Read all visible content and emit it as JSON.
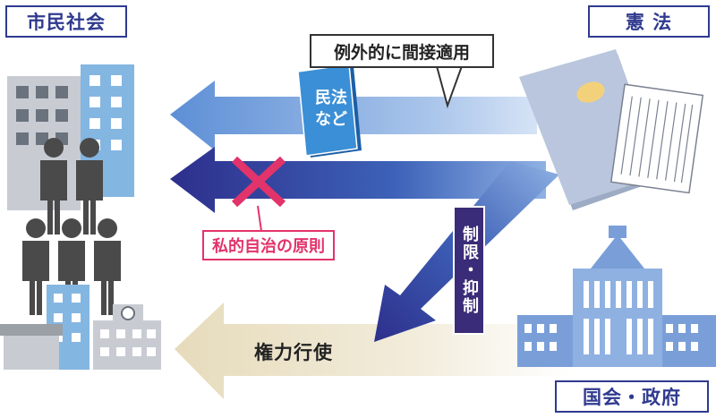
{
  "labels": {
    "civil_society": "市民社会",
    "constitution": "憲 法",
    "diet_government": "国会・政府"
  },
  "callouts": {
    "indirect_application": "例外的に間接適用",
    "private_autonomy": "私的自治の原則"
  },
  "book": {
    "line1": "民法",
    "line2": "など"
  },
  "restriction": "制限・抑制",
  "power_exercise": "権力行使",
  "colors": {
    "navy": "#2f3a8f",
    "light_arrow": "#7fa6dc",
    "dark_arrow": "#3b3f9c",
    "beige_arrow": "#ece3c9",
    "pink": "#e2336b",
    "purple": "#3a2c78"
  },
  "icons": [
    "buildings",
    "people",
    "school-building",
    "constitution-book",
    "national-diet-building",
    "cross-mark"
  ]
}
